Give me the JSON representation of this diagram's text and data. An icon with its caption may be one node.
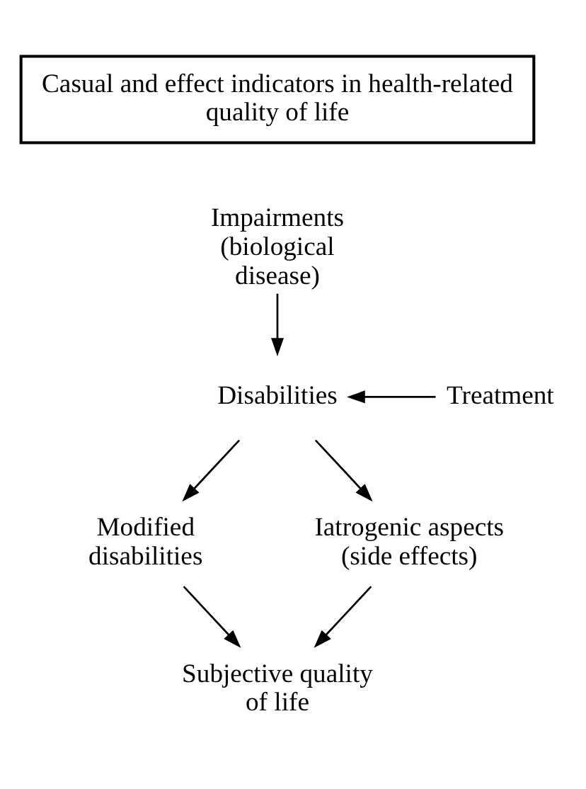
{
  "diagram": {
    "nodes": [
      {
        "text": [
          "Casual and effect indicators in health-related quality of life"
        ]
      },
      {
        "text": [
          "Impairments (biological disease)"
        ]
      },
      {
        "text": [
          "Disabilities"
        ]
      },
      {
        "text": [
          "Treatment"
        ]
      },
      {
        "text": [
          "Modified disabilities"
        ]
      },
      {
        "text": [
          "Iatrogenic aspects (side effects)"
        ]
      },
      {
        "text": [
          "Subjective quality of life"
        ]
      }
    ],
    "edges": [
      {
        "from": 1,
        "to": 2,
        "arrow": "to"
      },
      {
        "from": 3,
        "to": 2,
        "arrow": "to"
      },
      {
        "from": 2,
        "to": 4,
        "arrow": "to"
      },
      {
        "from": 2,
        "to": 5,
        "arrow": "to"
      },
      {
        "from": 4,
        "to": 6,
        "arrow": "to"
      },
      {
        "from": 5,
        "to": 6,
        "arrow": "to"
      }
    ]
  }
}
